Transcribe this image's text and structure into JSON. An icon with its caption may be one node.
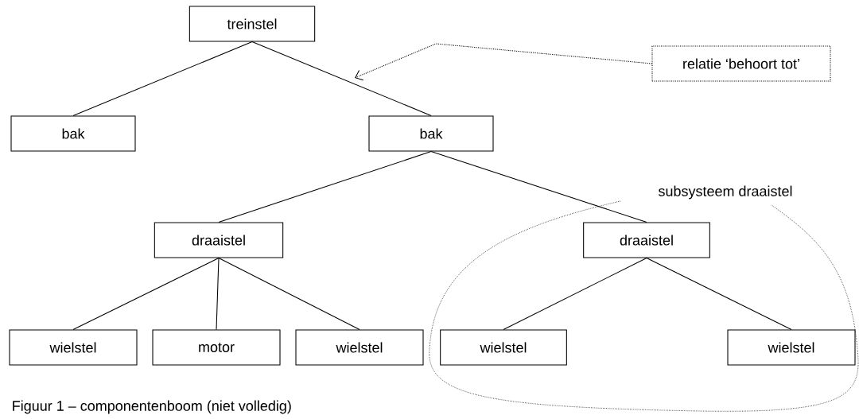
{
  "diagram": {
    "caption": "Figuur 1 – componentenboom (niet volledig)",
    "nodes": [
      {
        "text": [
          "treinstel"
        ]
      },
      {
        "text": [
          "bak"
        ]
      },
      {
        "text": [
          "bak"
        ]
      },
      {
        "text": [
          "draaistel"
        ]
      },
      {
        "text": [
          "draaistel"
        ]
      },
      {
        "text": [
          "wielstel"
        ]
      },
      {
        "text": [
          "motor"
        ]
      },
      {
        "text": [
          "wielstel"
        ]
      },
      {
        "text": [
          "wielstel"
        ]
      },
      {
        "text": [
          "wielstel"
        ]
      },
      {
        "text": [
          "relatie ‘behoort tot’"
        ]
      }
    ],
    "edges": [
      {
        "from": 0,
        "to": 1,
        "arrow": "none"
      },
      {
        "from": 0,
        "to": 2,
        "arrow": "none"
      },
      {
        "from": 2,
        "to": 3,
        "arrow": "none"
      },
      {
        "from": 2,
        "to": 4,
        "arrow": "none"
      },
      {
        "from": 3,
        "to": 5,
        "arrow": "none"
      },
      {
        "from": 3,
        "to": 6,
        "arrow": "none"
      },
      {
        "from": 3,
        "to": 7,
        "arrow": "none"
      },
      {
        "from": 4,
        "to": 8,
        "arrow": "none"
      },
      {
        "from": 4,
        "to": 9,
        "arrow": "none"
      },
      {
        "from": 10,
        "to": null,
        "arrow": "to",
        "style": "dashed"
      }
    ],
    "labels": [
      "subsysteem draaistel"
    ]
  }
}
